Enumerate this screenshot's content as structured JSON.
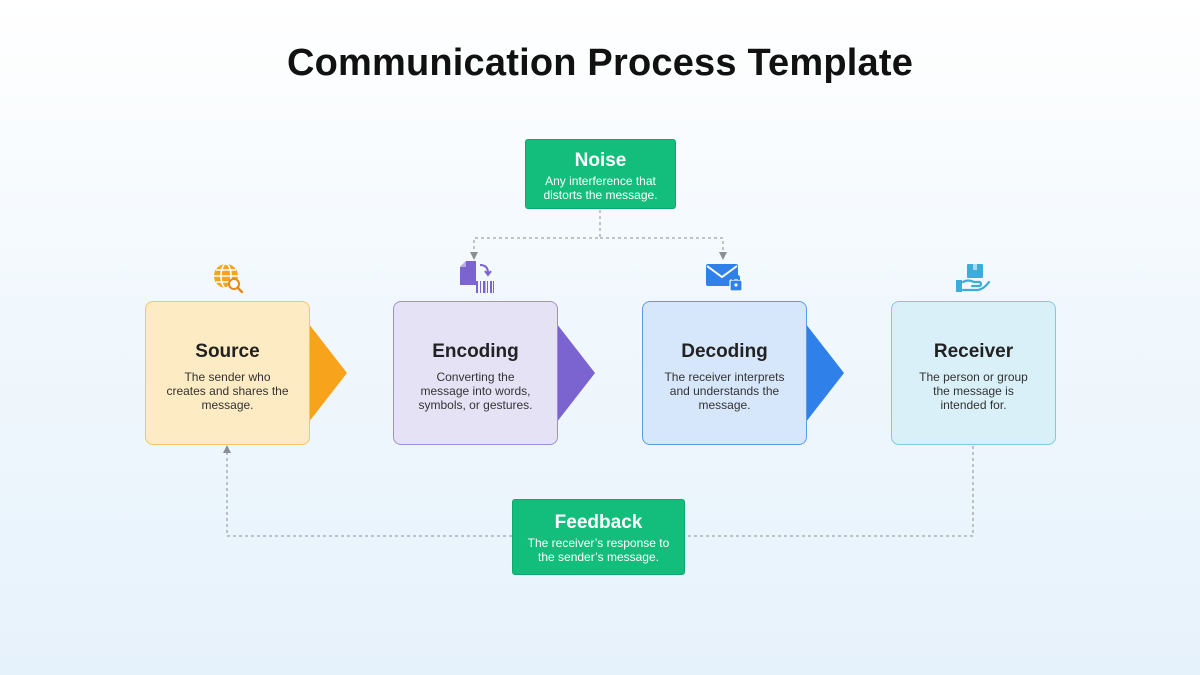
{
  "title": "Communication Process Template",
  "noise": {
    "title": "Noise",
    "description": "Any interference that distorts the message."
  },
  "feedback": {
    "title": "Feedback",
    "description": "The receiver’s response to the sender’s message."
  },
  "steps": [
    {
      "title": "Source",
      "description": "The sender who creates and shares the message.",
      "icon": "globe-search-icon",
      "fill": "#fdebc3",
      "border": "#f4c760",
      "arrow": "#f7a31c"
    },
    {
      "title": "Encoding",
      "description": "Converting the message into words, symbols, or gestures.",
      "icon": "document-barcode-icon",
      "fill": "#e6e2f6",
      "border": "#9c8fd6",
      "arrow": "#7b64cf"
    },
    {
      "title": "Decoding",
      "description": "The receiver interprets and understands the message.",
      "icon": "envelope-lock-icon",
      "fill": "#d7e7fb",
      "border": "#5b9be6",
      "arrow": "#2f80e8"
    },
    {
      "title": "Receiver",
      "description": "The person or group the message is intended for.",
      "icon": "hand-package-icon",
      "fill": "#d9f0f8",
      "border": "#7ccbe3",
      "arrow": null
    }
  ],
  "colors": {
    "green": "#13be7c",
    "connector": "#8a8f96"
  }
}
